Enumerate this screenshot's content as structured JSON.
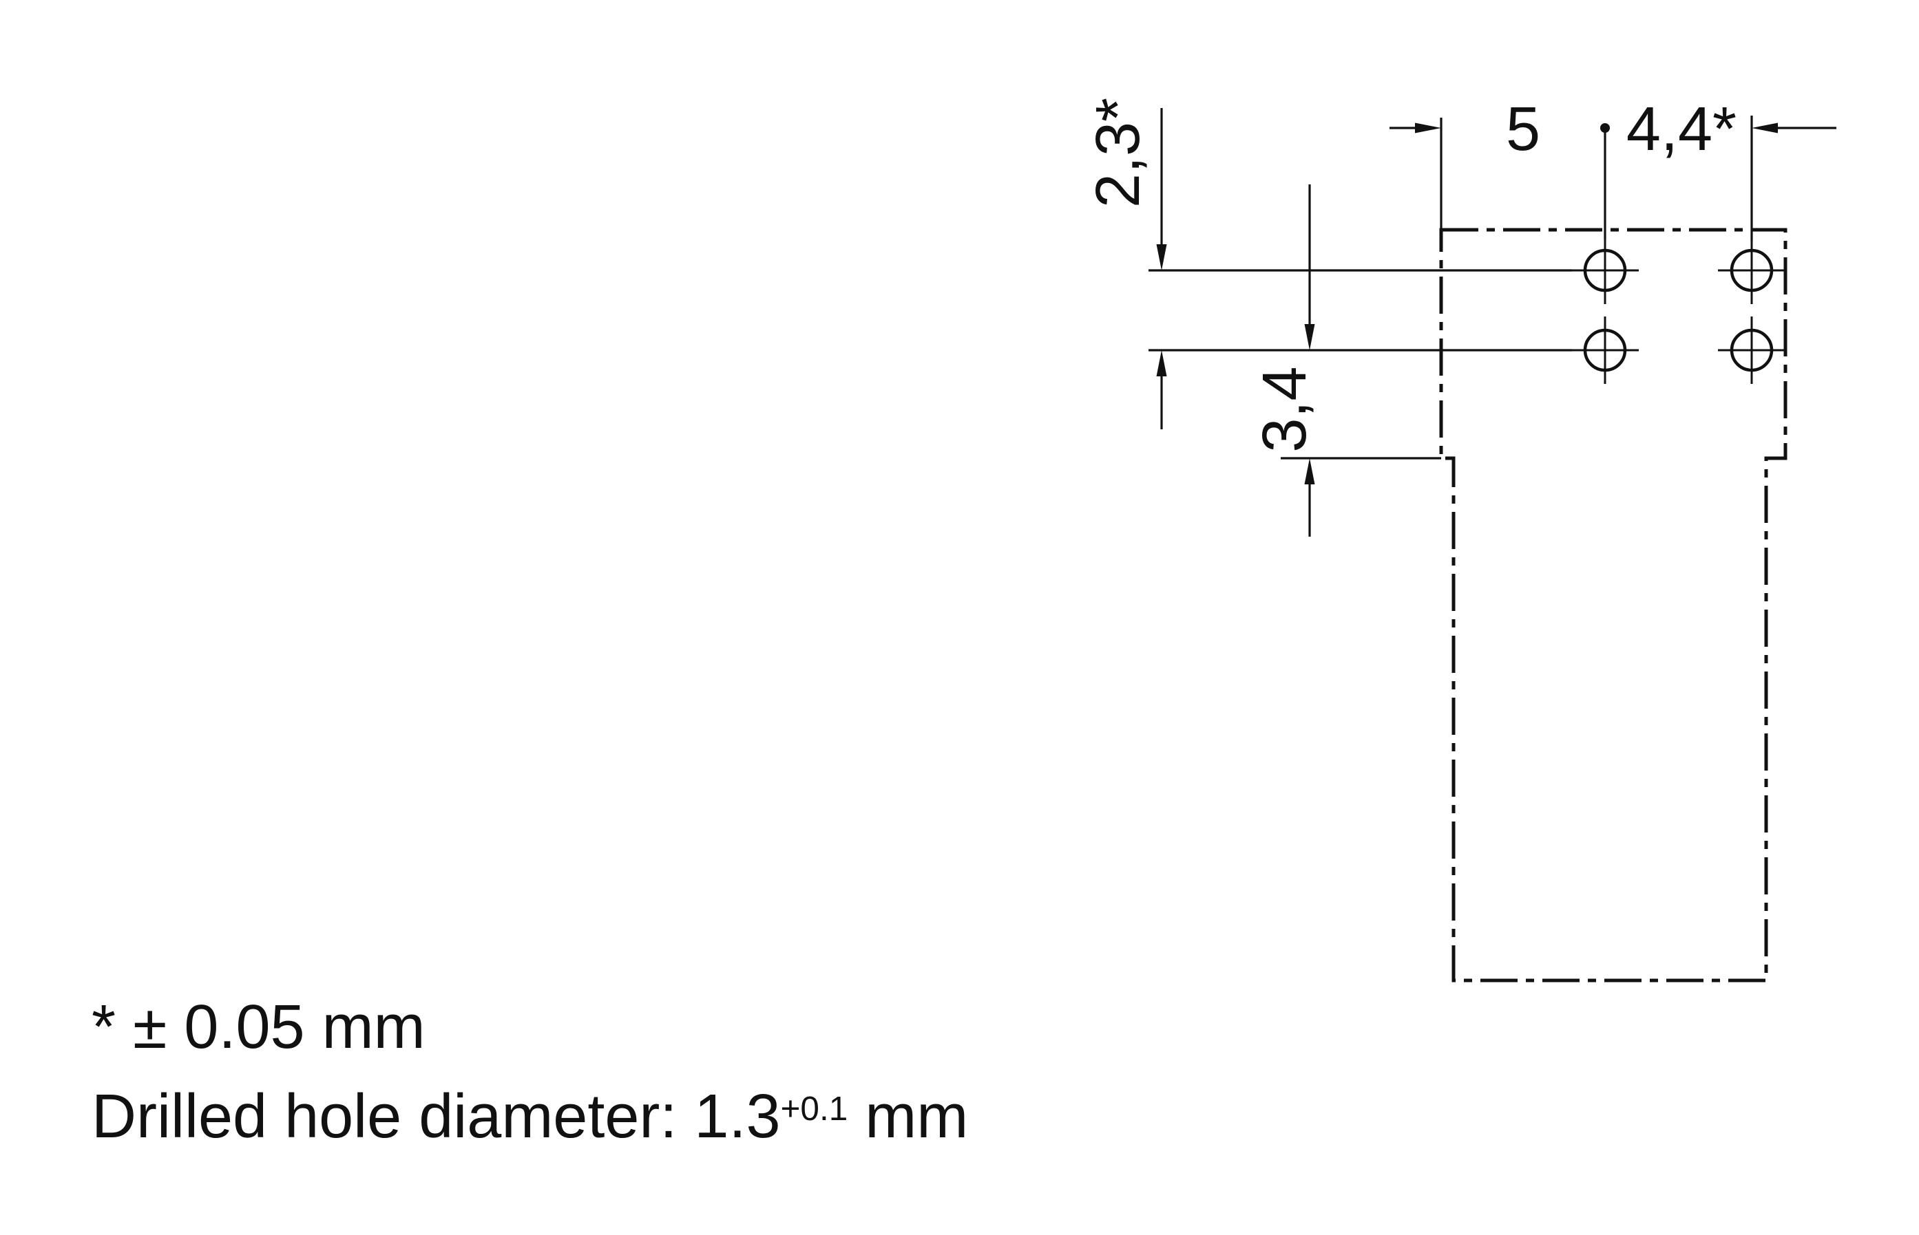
{
  "page": {
    "background": "#ffffff",
    "line_color": "#111111"
  },
  "dimensions": {
    "hole_row_spacing": "2,3*",
    "row_to_body_edge": "3,4",
    "edge_to_first_hole": "5",
    "hole_spacing": "4,4*"
  },
  "notes": {
    "tolerance": "* ± 0.05 mm",
    "hole_diameter_prefix": "Drilled hole diameter: 1.3",
    "hole_diameter_tolerance": "+0.1",
    "hole_diameter_suffix": " mm"
  }
}
